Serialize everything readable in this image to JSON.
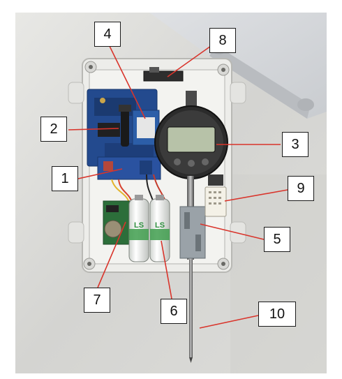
{
  "figure": {
    "callouts": [
      {
        "id": "c1",
        "label": "1"
      },
      {
        "id": "c2",
        "label": "2"
      },
      {
        "id": "c3",
        "label": "3"
      },
      {
        "id": "c4",
        "label": "4"
      },
      {
        "id": "c5",
        "label": "5"
      },
      {
        "id": "c6",
        "label": "6"
      },
      {
        "id": "c7",
        "label": "7"
      },
      {
        "id": "c8",
        "label": "8"
      },
      {
        "id": "c9",
        "label": "9"
      },
      {
        "id": "c10",
        "label": "10"
      }
    ],
    "battery_print": "LS",
    "leader_color": "#d9342b",
    "enclosure_color": "#e6e6e3",
    "background_color": "#d7d7d4"
  }
}
